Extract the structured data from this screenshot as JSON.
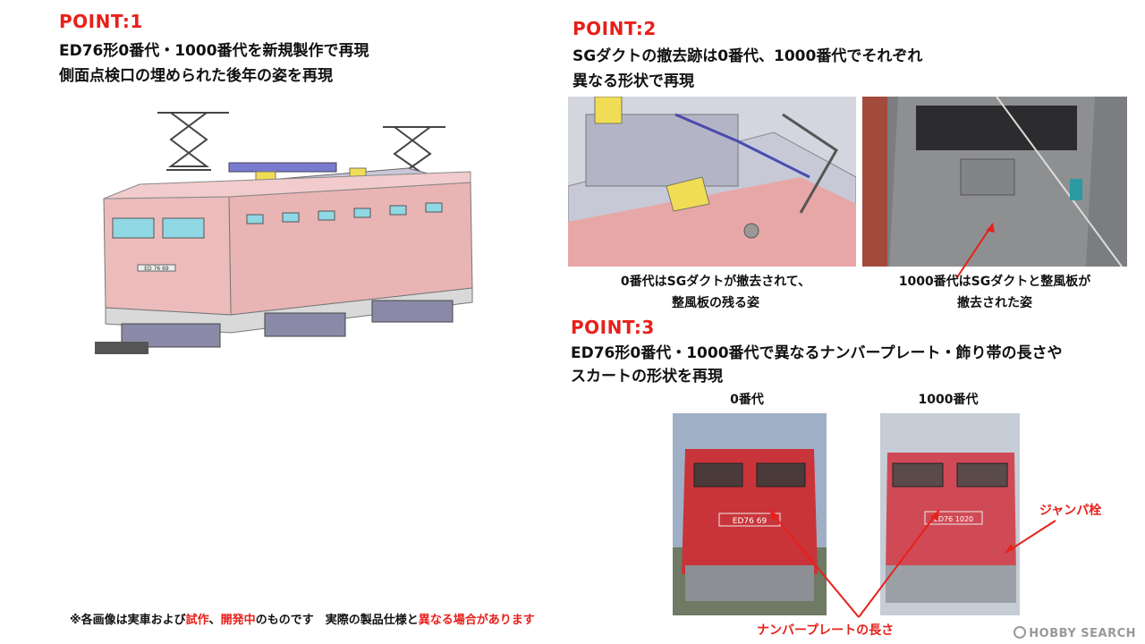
{
  "point1": {
    "title": "POINT:1",
    "line1": "ED76形0番代・1000番代を新規製作で再現",
    "line2": "側面点検口の埋められた後年の姿を再現"
  },
  "point2": {
    "title": "POINT:2",
    "line1": "SGダクトの撤去跡は0番代、1000番代でそれぞれ",
    "line2": "異なる形状で再現",
    "caption_left_1": "0番代はSGダクトが撤去されて、",
    "caption_left_2": "整風板の残る姿",
    "caption_right_1": "1000番代はSGダクトと整風板が",
    "caption_right_2": "撤去された姿"
  },
  "point3": {
    "title": "POINT:3",
    "line1": "ED76形0番代・1000番代で異なるナンバープレート・飾り帯の長さや",
    "line2": "スカートの形状を再現",
    "label_0": "0番代",
    "label_1000": "1000番代",
    "plate_0": "ED76 69",
    "plate_1000": "ED76 1020",
    "callout_jumper": "ジャンパ栓",
    "callout_plate": "ナンバープレートの長さ"
  },
  "model_plate": "ED 76 69",
  "footnote": {
    "a": "※各画像は実車および",
    "b": "試作",
    "c": "、",
    "d": "開発中",
    "e": "のものです　実際の製品仕様と",
    "f": "異なる場合があります"
  },
  "watermark": "HOBBY SEARCH",
  "colors": {
    "accent": "#e8201a",
    "loco_pink": "#e9b4b4",
    "loco_red": "#c9343a"
  }
}
